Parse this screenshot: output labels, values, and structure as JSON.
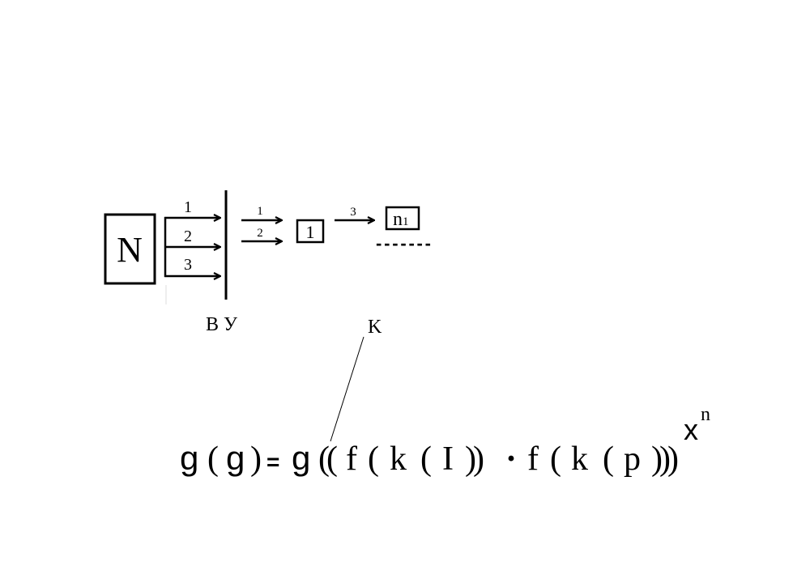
{
  "diagram": {
    "source_box": "N",
    "input_labels": [
      "1",
      "2",
      "3"
    ],
    "output_labels": [
      "1",
      "2"
    ],
    "node_box": "1",
    "arrow_label": "3",
    "target_box": {
      "base": "n",
      "sub": "1"
    },
    "dashes": "-------",
    "device_label": "В У",
    "k_label": "K"
  },
  "formula": {
    "tokens": [
      "g",
      "(",
      "g",
      ")",
      "=",
      "g",
      "((",
      "f",
      "(",
      "k",
      "(",
      "I",
      "))",
      "·",
      "f",
      "(",
      "k",
      "(",
      "p",
      ")))"
    ],
    "exponent_base": "x",
    "exponent": "n"
  }
}
